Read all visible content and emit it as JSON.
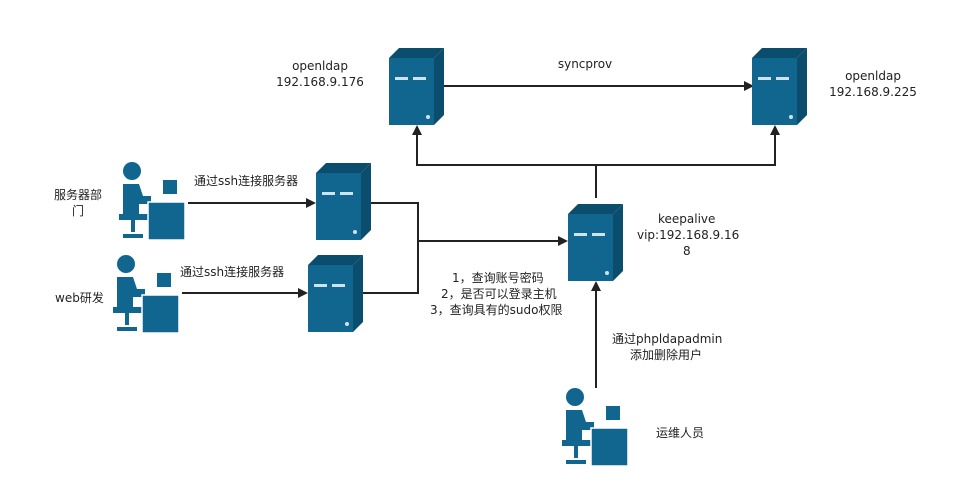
{
  "labels": {
    "ldap_left_name": "openldap",
    "ldap_left_ip": "192.168.9.176",
    "ldap_right_name": "openldap",
    "ldap_right_ip": "192.168.9.225",
    "sync": "syncprov",
    "keepalive_name": "keepalive",
    "keepalive_vip": "vip:192.168.9.16",
    "keepalive_vip_tail": "8",
    "dept1_line1": "服务器部",
    "dept1_line2": "门",
    "dept2": "web研发",
    "ssh1": "通过ssh连接服务器",
    "ssh2": "通过ssh连接服务器",
    "step1": "1，查询账号密码",
    "step2": "2，是否可以登录主机",
    "step3": "3，查询具有的sudo权限",
    "admin_line1": "通过phpldapadmin",
    "admin_line2": "添加删除用户",
    "ops": "运维人员"
  },
  "colors": {
    "server": "#10668f",
    "server_dark": "#0b4d6d",
    "line": "#222222",
    "person": "#10668f"
  }
}
